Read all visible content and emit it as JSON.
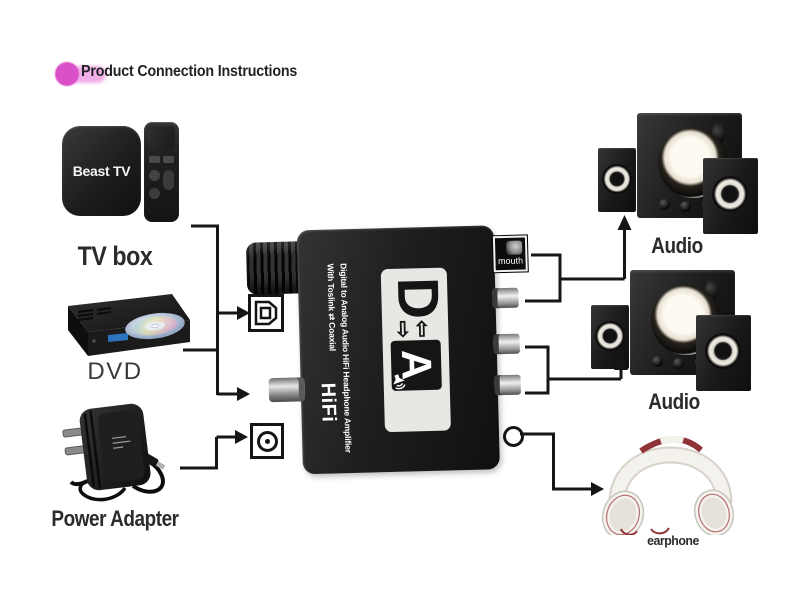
{
  "header": {
    "title": "Product Connection Instructions"
  },
  "left": {
    "tv_box": {
      "device_text": "Beast TV",
      "caption": "TV box"
    },
    "dvd": {
      "caption": "DVD"
    },
    "power": {
      "caption": "Power Adapter"
    }
  },
  "converter": {
    "print_line1": "Digital to Analog Audio HiFi Headphone Amplifier",
    "print_line2": "With Toslink ⇄ Coaxial",
    "hifi_label": "HiFi",
    "optical_port_label": "mouth",
    "logo": {
      "d": "D",
      "a": "A",
      "arrow_left": "⇦",
      "arrow_right": "⇨"
    }
  },
  "right": {
    "audio_top": {
      "caption": "Audio"
    },
    "audio_bottom": {
      "caption": "Audio"
    },
    "earphone": {
      "caption": "earphone"
    }
  },
  "colors": {
    "bullet_pink": "#d94fc8",
    "bullet_pink_light": "#f2aee6",
    "wire": "#161616"
  }
}
